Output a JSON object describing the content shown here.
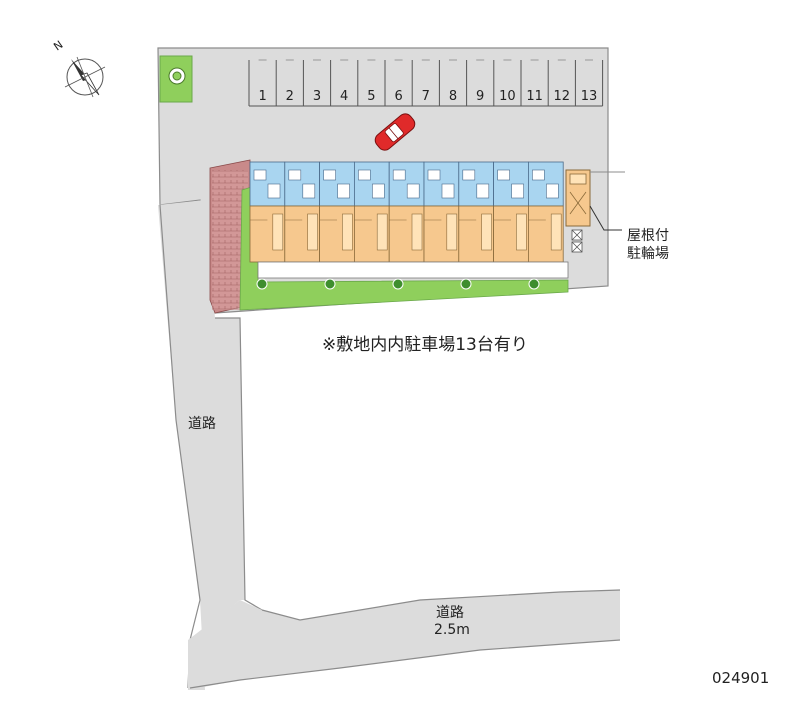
{
  "compass": {
    "north_label": "N"
  },
  "parking": {
    "spaces": [
      "1",
      "2",
      "3",
      "4",
      "5",
      "6",
      "7",
      "8",
      "9",
      "10",
      "11",
      "12",
      "13"
    ]
  },
  "bicycle_parking": {
    "line1": "屋根付",
    "line2": "駐輪場"
  },
  "notice": "※敷地内内駐車場13台有り",
  "road_left": {
    "label": "道路"
  },
  "road_bottom": {
    "label": "道路",
    "width": "2.5m"
  },
  "property_id": "024901",
  "colors": {
    "road": "#dcdcdc",
    "road_edge": "#8c8c8c",
    "green": "#8fcf5c",
    "brick": "#c98a8a",
    "unit_blue": "#a9d5f0",
    "unit_orange": "#f6c88e",
    "car": "#e02a2a"
  }
}
